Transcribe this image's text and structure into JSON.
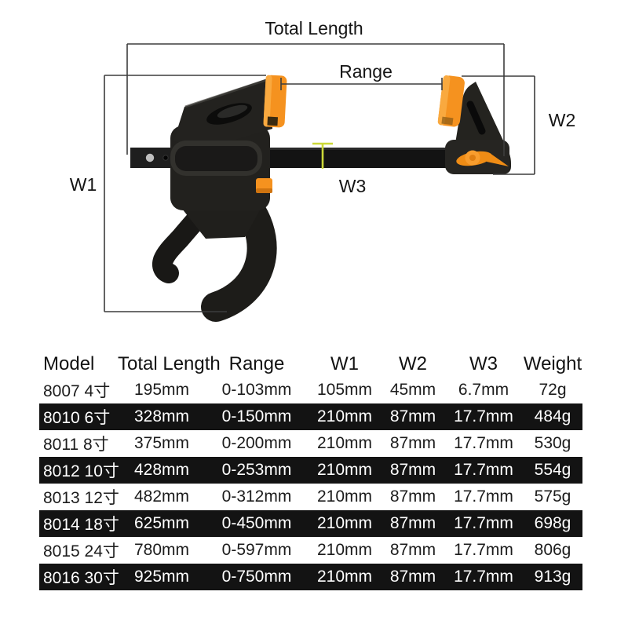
{
  "diagram": {
    "labels": {
      "total_length": "Total Length",
      "range": "Range",
      "w1": "W1",
      "w2": "W2",
      "w3": "W3"
    },
    "icons": {
      "w3_marker": "yellow-tick-marker"
    },
    "colors": {
      "pad_orange": "#f5921f",
      "clamp_black": "#1d1c1a",
      "marker_yellow": "#ccd838",
      "dimension_line": "#3d3d3d",
      "highlight_row_bg": "#131313"
    }
  },
  "table": {
    "headers": [
      "Model",
      "Total Length",
      "Range",
      "W1",
      "W2",
      "W3",
      "Weight"
    ],
    "rows": [
      {
        "highlight": false,
        "cells": [
          "8007 4寸",
          "195mm",
          "0-103mm",
          "105mm",
          "45mm",
          "6.7mm",
          "72g"
        ]
      },
      {
        "highlight": true,
        "cells": [
          "8010 6寸",
          "328mm",
          "0-150mm",
          "210mm",
          "87mm",
          "17.7mm",
          "484g"
        ]
      },
      {
        "highlight": false,
        "cells": [
          "8011 8寸",
          "375mm",
          "0-200mm",
          "210mm",
          "87mm",
          "17.7mm",
          "530g"
        ]
      },
      {
        "highlight": true,
        "cells": [
          "8012 10寸",
          "428mm",
          "0-253mm",
          "210mm",
          "87mm",
          "17.7mm",
          "554g"
        ]
      },
      {
        "highlight": false,
        "cells": [
          "8013 12寸",
          "482mm",
          "0-312mm",
          "210mm",
          "87mm",
          "17.7mm",
          "575g"
        ]
      },
      {
        "highlight": true,
        "cells": [
          "8014 18寸",
          "625mm",
          "0-450mm",
          "210mm",
          "87mm",
          "17.7mm",
          "698g"
        ]
      },
      {
        "highlight": false,
        "cells": [
          "8015 24寸",
          "780mm",
          "0-597mm",
          "210mm",
          "87mm",
          "17.7mm",
          "806g"
        ]
      },
      {
        "highlight": true,
        "cells": [
          "8016 30寸",
          "925mm",
          "0-750mm",
          "210mm",
          "87mm",
          "17.7mm",
          "913g"
        ]
      }
    ]
  }
}
